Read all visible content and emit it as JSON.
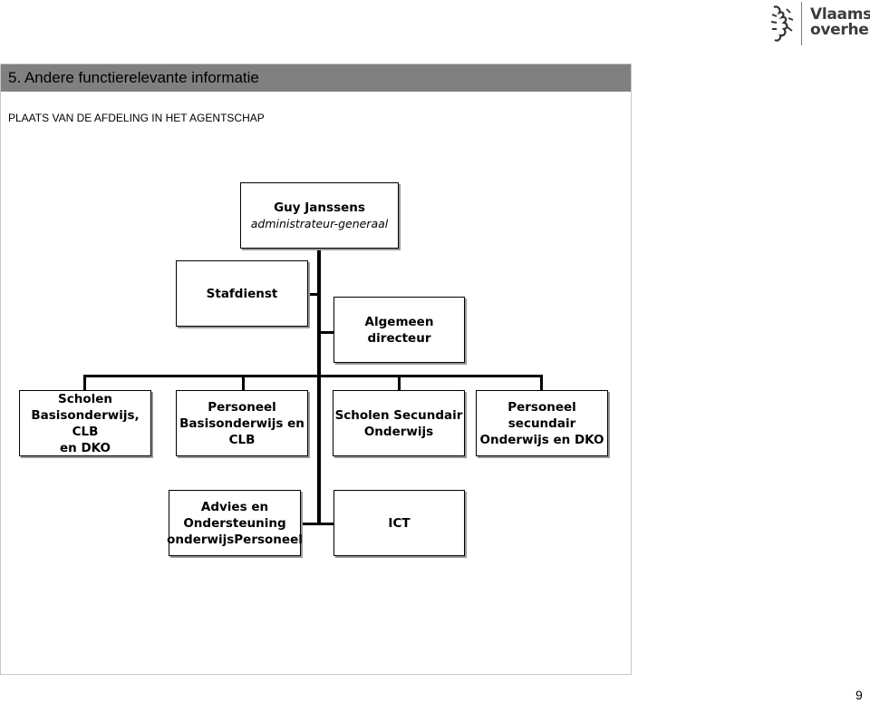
{
  "logo": {
    "line1": "Vlaamse",
    "line2": "overheid"
  },
  "section": {
    "title": "5.  Andere functierelevante informatie"
  },
  "subheading": "PLAATS VAN DE AFDELING IN HET AGENTSCHAP",
  "org": {
    "head": {
      "name": "Guy Janssens",
      "role": "administrateur-generaal"
    },
    "staff": "Stafdienst",
    "director": "Algemeen directeur",
    "units": [
      {
        "l1": "Scholen",
        "l2": "Basisonderwijs, CLB",
        "l3": "en DKO"
      },
      {
        "l1": "Personeel",
        "l2": "Basisonderwijs en",
        "l3": "CLB"
      },
      {
        "l1": "Scholen Secundair",
        "l2": "Onderwijs"
      },
      {
        "l1": "Personeel secundair",
        "l2": "Onderwijs en DKO"
      }
    ],
    "bottom": [
      {
        "l1": "Advies en",
        "l2": "Ondersteuning",
        "l3": "onderwijsPersoneel"
      },
      {
        "l1": "ICT"
      }
    ]
  },
  "page_number": "9"
}
